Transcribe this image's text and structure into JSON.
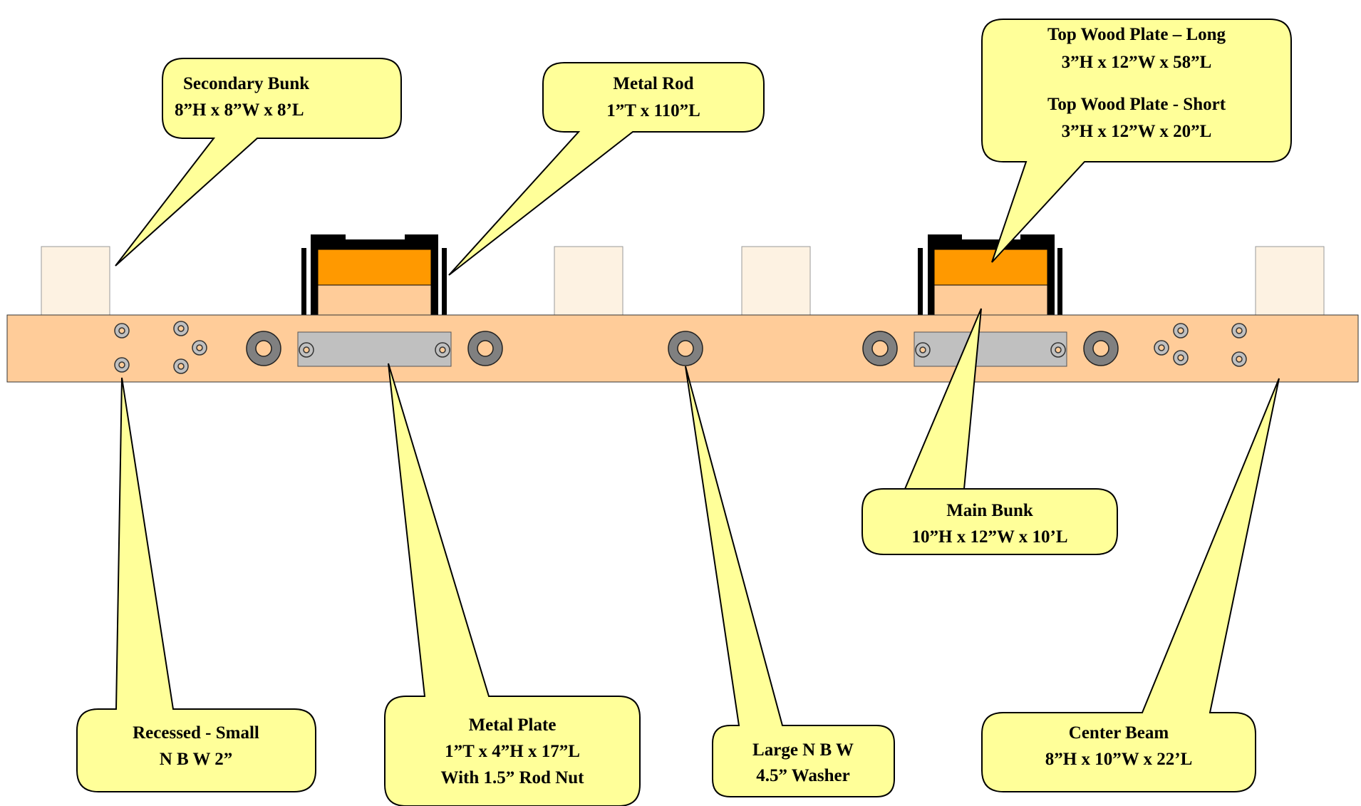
{
  "colors": {
    "callout_fill": "#ffff99",
    "callout_stroke": "#000000",
    "beam_fill": "#ffcc99",
    "secondary_bunk_fill": "#fdf2e2",
    "main_bunk_fill": "#ffcc99",
    "top_plate_fill": "#ff9900",
    "metal_plate_fill": "#c0c0c0",
    "washer_fill": "#808080",
    "rod_color": "#000000"
  },
  "callouts": {
    "secondary_bunk": {
      "line1": "Secondary Bunk",
      "line2": "8”H x 8”W x 8’L"
    },
    "metal_rod": {
      "line1": "Metal Rod",
      "line2": "1”T x 110”L"
    },
    "top_wood_plate": {
      "long_title": "Top Wood Plate – Long",
      "long_dims": "3”H x 12”W x 58”L",
      "short_title": "Top Wood Plate - Short",
      "short_dims": "3”H x 12”W x 20”L"
    },
    "main_bunk": {
      "line1": "Main Bunk",
      "line2": "10”H x 12”W x 10’L"
    },
    "recessed_small": {
      "line1": "Recessed  - Small",
      "line2": "N B W  2”"
    },
    "metal_plate": {
      "line1": "Metal Plate",
      "line2": "1”T x 4”H x 17”L",
      "line3": "With 1.5” Rod Nut"
    },
    "large_nbw": {
      "line1": "Large N B W",
      "line2": "4.5” Washer"
    },
    "center_beam": {
      "line1": "Center Beam",
      "line2": "8”H x 10”W x 22’L"
    }
  }
}
